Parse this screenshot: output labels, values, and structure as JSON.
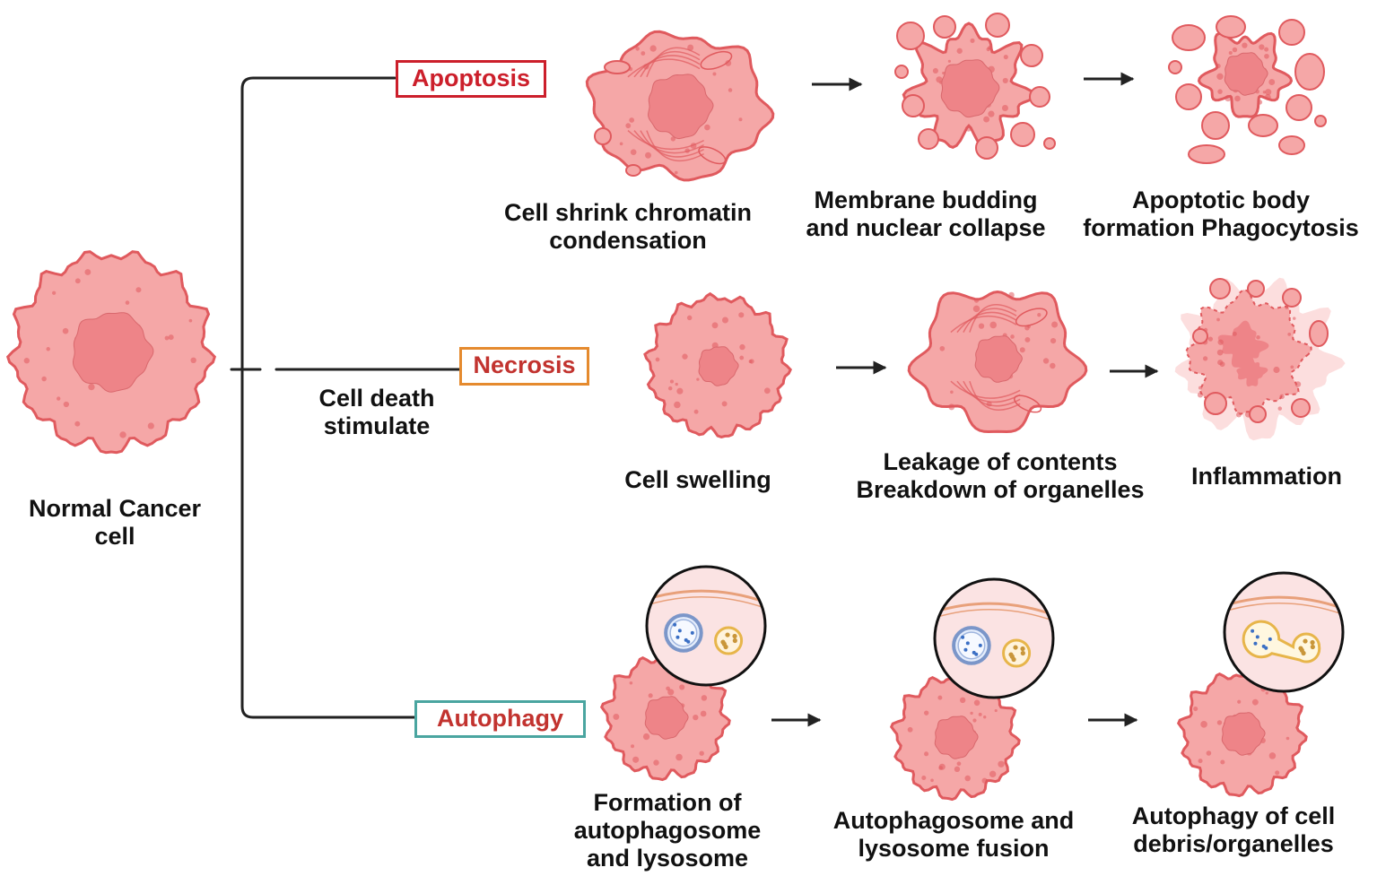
{
  "colors": {
    "apoptosis": "#cc1f2b",
    "necrosis_border": "#e58a2e",
    "necrosis_text": "#c2332f",
    "autophagy_border": "#4aa5a0",
    "autophagy_text": "#c2332f",
    "cell_fill": "#f5a7a7",
    "cell_stroke": "#e05a5e",
    "nucleus_fill": "#ee8488",
    "connector": "#222222"
  },
  "normal_cell": {
    "lines": [
      "Normal Cancer",
      "cell"
    ]
  },
  "stimulus": {
    "lines": [
      "Cell death",
      "stimulate"
    ]
  },
  "pathways": {
    "apoptosis": {
      "label": "Apoptosis",
      "steps": [
        {
          "lines": [
            "Cell shrink chromatin",
            "condensation"
          ],
          "icon": "shrinking-cell"
        },
        {
          "lines": [
            "Membrane budding",
            "and nuclear collapse"
          ],
          "icon": "budding-cell"
        },
        {
          "lines": [
            "Apoptotic body",
            "formation Phagocytosis"
          ],
          "icon": "apoptotic-bodies"
        }
      ]
    },
    "necrosis": {
      "label": "Necrosis",
      "steps": [
        {
          "lines": [
            "Cell swelling"
          ],
          "icon": "swollen-cell"
        },
        {
          "lines": [
            "Leakage of contents",
            "Breakdown of organelles"
          ],
          "icon": "leaking-cell"
        },
        {
          "lines": [
            "Inflammation"
          ],
          "icon": "inflamed-debris"
        }
      ]
    },
    "autophagy": {
      "label": "Autophagy",
      "steps": [
        {
          "lines": [
            "Formation of",
            "autophagosome",
            "and lysosome"
          ],
          "icon": "autophagosome-formation"
        },
        {
          "lines": [
            "Autophagosome and",
            "lysosome fusion"
          ],
          "icon": "vesicle-fusion"
        },
        {
          "lines": [
            "Autophagy of cell",
            "debris/organelles"
          ],
          "icon": "autolysosome"
        }
      ]
    }
  }
}
